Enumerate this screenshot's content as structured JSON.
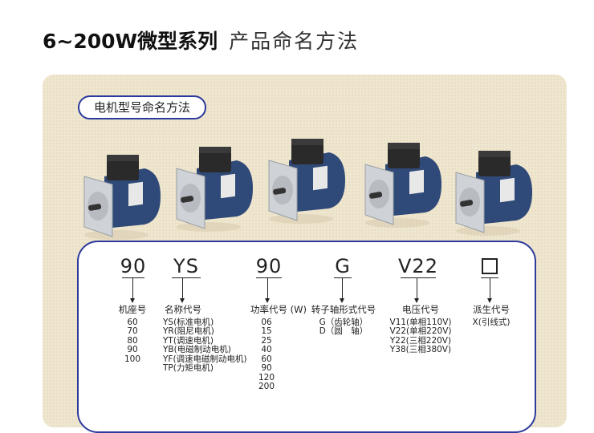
{
  "header": {
    "title_bold": "6~200W微型系列",
    "title_light": "产品命名方法"
  },
  "section_label": "电机型号命名方法",
  "codes": [
    "90",
    "YS",
    "90",
    "G",
    "V22"
  ],
  "columns": [
    {
      "heading": "机座号",
      "items": [
        "60",
        "70",
        "80",
        "90",
        "100"
      ]
    },
    {
      "heading": "名称代号",
      "items": [
        "YS(标准电机)",
        "YR(阻尼电机)",
        "YT(调速电机)",
        "YB(电磁制动电机)",
        "YF(调速电磁制动电机)",
        "TP(力矩电机)"
      ]
    },
    {
      "heading": "功率代号 (W)",
      "items": [
        "06",
        "15",
        "25",
        "40",
        "60",
        "90",
        "120",
        "200"
      ]
    },
    {
      "heading": "转子轴形式代号",
      "items": [
        "G（齿轮轴）",
        "D（圆　轴）"
      ]
    },
    {
      "heading": "电压代号",
      "items": [
        "V11(单相110V)",
        "V22(单相220V)",
        "Y22(三相220V)",
        "Y38(三相380V)"
      ]
    },
    {
      "heading": "派生代号",
      "items": [
        "X(引线式)"
      ]
    }
  ],
  "colors": {
    "border": "#2b3a9b",
    "panel": "#efe6cf",
    "motor_body": "#2f4a78"
  }
}
